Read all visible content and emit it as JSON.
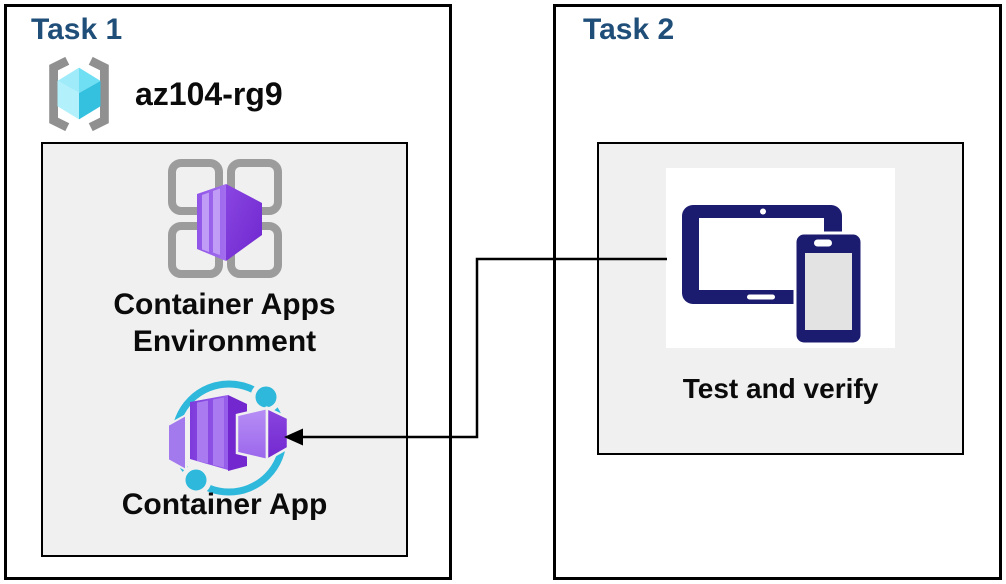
{
  "diagram": {
    "task1": {
      "title": "Task 1",
      "resource_group": {
        "icon": "resource-group-icon",
        "label": "az104-rg9"
      },
      "environment": {
        "icon": "container-apps-environment-icon",
        "label_line1": "Container Apps",
        "label_line2": "Environment"
      },
      "container_app": {
        "icon": "container-app-icon",
        "label": "Container App"
      }
    },
    "task2": {
      "title": "Task 2",
      "test_verify": {
        "icon": "tablet-phone-devices-icon",
        "label": "Test and verify"
      }
    },
    "connector": {
      "from": "test-and-verify-panel",
      "to": "container-app-icon",
      "shape": "elbow-arrow",
      "color": "#000000"
    },
    "colors": {
      "title_text": "#1F4E79",
      "body_text": "#0B0B0B",
      "box_border": "#000000",
      "inner_panel_bg": "#F0F0F0",
      "azure_cyan": "#2DB8DC",
      "azure_purple_light": "#A97AF0",
      "azure_purple_mid": "#8A4BE2",
      "azure_purple_dark": "#7227CF",
      "device_navy": "#1B1B6F",
      "bracket_gray": "#909090",
      "cube_cyan_light": "#B2F0FB",
      "cube_cyan_dark": "#34C0DF"
    }
  }
}
